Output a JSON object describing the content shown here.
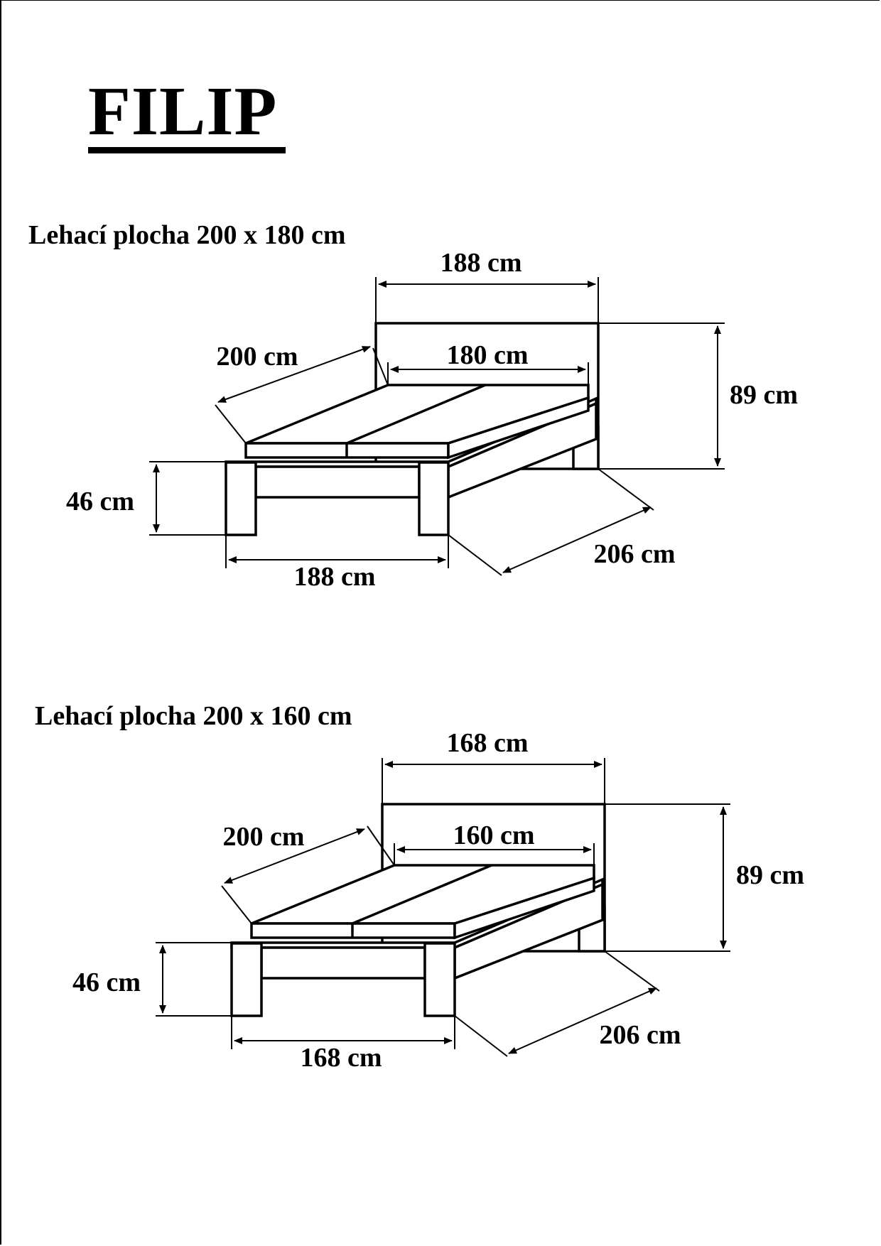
{
  "title": "FILIP",
  "diagrams": [
    {
      "label": "Lehací plocha 200 x 180 cm",
      "dimensions": {
        "headboard_width": "188 cm",
        "mattress_width": "180 cm",
        "length_top": "200 cm",
        "headboard_height": "89 cm",
        "bed_height": "46 cm",
        "frame_width": "188 cm",
        "total_length": "206 cm"
      }
    },
    {
      "label": "Lehací plocha 200 x 160 cm",
      "dimensions": {
        "headboard_width": "168 cm",
        "mattress_width": "160 cm",
        "length_top": "200 cm",
        "headboard_height": "89 cm",
        "bed_height": "46 cm",
        "frame_width": "168 cm",
        "total_length": "206 cm"
      }
    }
  ]
}
